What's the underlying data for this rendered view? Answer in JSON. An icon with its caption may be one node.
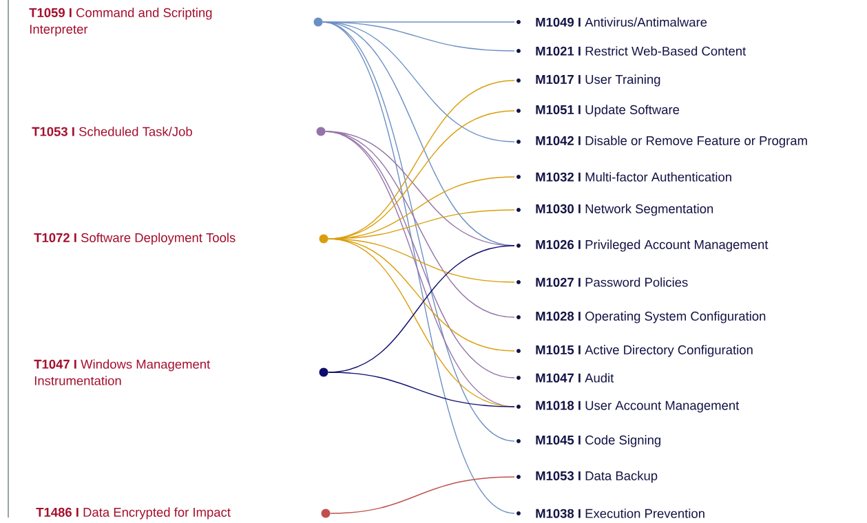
{
  "diagram": {
    "nodes": [
      {
        "text": [],
        "shape": "circle"
      },
      {
        "text": [],
        "shape": "circle"
      },
      {
        "text": [],
        "shape": "circle"
      },
      {
        "text": [],
        "shape": "circle"
      },
      {
        "text": [],
        "shape": "circle"
      },
      {
        "text": [
          "**M1049 I** Antivirus/Antimalware"
        ]
      },
      {
        "text": [
          "**M1021 I** Restrict Web-Based Content"
        ]
      },
      {
        "text": [
          "**M1017 I** User Training"
        ]
      },
      {
        "text": [
          "**M1051 I** Update Software"
        ]
      },
      {
        "text": [
          "**M1042 I** Disable or Remove Feature or Program"
        ]
      },
      {
        "text": [
          "**M1032 I** Multi-factor Authentication"
        ]
      },
      {
        "text": [
          "**M1030 I** Network Segmentation"
        ]
      },
      {
        "text": [
          "**M1026 I** Privileged Account Management"
        ]
      },
      {
        "text": [
          "**M1027 I** Password Policies"
        ]
      },
      {
        "text": [
          "**M1028 I** Operating System Configuration"
        ]
      },
      {
        "text": [
          "**M1015 I** Active Directory Configuration"
        ]
      },
      {
        "text": [
          "**M1047 I** Audit"
        ]
      },
      {
        "text": [
          "**M1018 I** User Account Management"
        ]
      },
      {
        "text": [
          "**M1045 I** Code Signing"
        ]
      },
      {
        "text": [
          "**M1053 I** Data Backup"
        ]
      },
      {
        "text": [
          "**M1038 I** Execution Prevention"
        ]
      }
    ],
    "edges": [
      {
        "from": 0,
        "to": 5,
        "arrow": "none",
        "color": "#6b8fc4"
      },
      {
        "from": 0,
        "to": 6,
        "arrow": "none",
        "color": "#6b8fc4"
      },
      {
        "from": 0,
        "to": 9,
        "arrow": "none",
        "color": "#6b8fc4"
      },
      {
        "from": 0,
        "to": 12,
        "arrow": "none",
        "color": "#6b8fc4"
      },
      {
        "from": 0,
        "to": 18,
        "arrow": "none",
        "color": "#6b8fc4"
      },
      {
        "from": 0,
        "to": 20,
        "arrow": "none",
        "color": "#6b8fc4"
      },
      {
        "from": 1,
        "to": 12,
        "arrow": "none",
        "color": "#9474a8"
      },
      {
        "from": 1,
        "to": 14,
        "arrow": "none",
        "color": "#9474a8"
      },
      {
        "from": 1,
        "to": 16,
        "arrow": "none",
        "color": "#9474a8"
      },
      {
        "from": 1,
        "to": 17,
        "arrow": "none",
        "color": "#9474a8"
      },
      {
        "from": 2,
        "to": 7,
        "arrow": "none",
        "color": "#d99e0b"
      },
      {
        "from": 2,
        "to": 8,
        "arrow": "none",
        "color": "#d99e0b"
      },
      {
        "from": 2,
        "to": 10,
        "arrow": "none",
        "color": "#d99e0b"
      },
      {
        "from": 2,
        "to": 11,
        "arrow": "none",
        "color": "#d99e0b"
      },
      {
        "from": 2,
        "to": 13,
        "arrow": "none",
        "color": "#d99e0b"
      },
      {
        "from": 2,
        "to": 15,
        "arrow": "none",
        "color": "#d99e0b"
      },
      {
        "from": 2,
        "to": 17,
        "arrow": "none",
        "color": "#d99e0b"
      },
      {
        "from": 3,
        "to": 12,
        "arrow": "none",
        "color": "#0c0c6e"
      },
      {
        "from": 3,
        "to": 17,
        "arrow": "none",
        "color": "#0c0c6e"
      },
      {
        "from": 4,
        "to": 19,
        "arrow": "none",
        "color": "#c0504d"
      }
    ],
    "labels": [
      "**T1059 I** Command and Scripting Interpreter",
      "**T1053 I** Scheduled Task/Job",
      "**T1072 I** Software Deployment Tools",
      "**T1047 I** Windows Management Instrumentation",
      "**T1486 I** Data Encrypted for Impact"
    ]
  }
}
